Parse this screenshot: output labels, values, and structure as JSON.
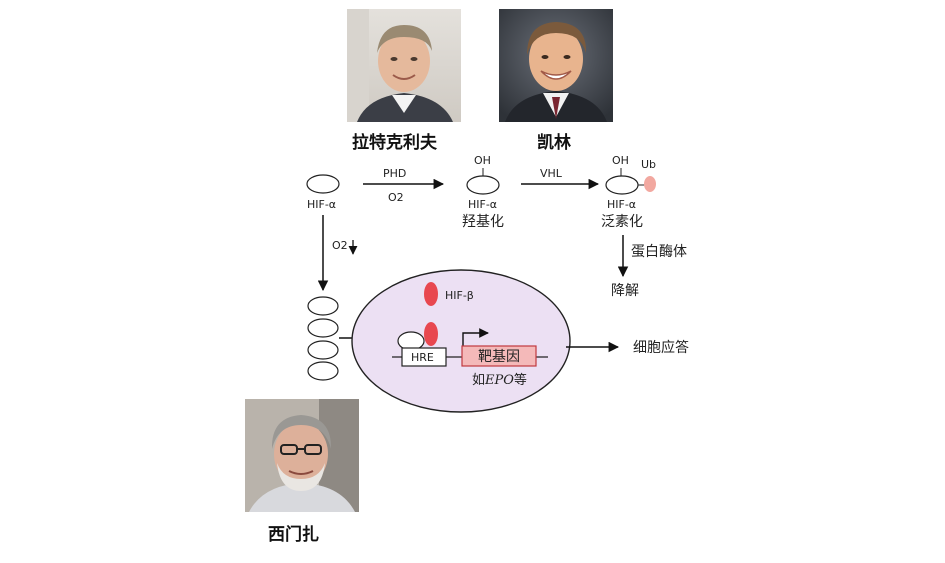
{
  "people": {
    "ratcliffe": {
      "name": "拉特克利夫"
    },
    "kaelin": {
      "name": "凯林"
    },
    "semenza": {
      "name": "西门扎"
    }
  },
  "pathway": {
    "hif_alpha_1": "HIF-α",
    "phd": "PHD",
    "o2_top": "O2",
    "oh_1": "OH",
    "hif_alpha_2": "HIF-α",
    "hydroxylation": "羟基化",
    "vhl": "VHL",
    "oh_2": "OH",
    "ub": "Ub",
    "hif_alpha_3": "HIF-α",
    "ubiquitination": "泛素化",
    "proteasome": "蛋白酶体",
    "degradation": "降解",
    "o2_side": "O2",
    "hif_beta": "HIF-β",
    "hre": "HRE",
    "target_gene": "靶基因",
    "epo_prefix": "如",
    "epo": "EPO",
    "epo_suffix": "等",
    "cell_response": "细胞应答"
  },
  "colors": {
    "nucleus_fill": "#ece0f3",
    "hif_beta_red": "#e8474f",
    "ub_pink": "#f2a8a0",
    "target_gene_fill": "#f4b9b9",
    "target_gene_border": "#c0393f"
  }
}
